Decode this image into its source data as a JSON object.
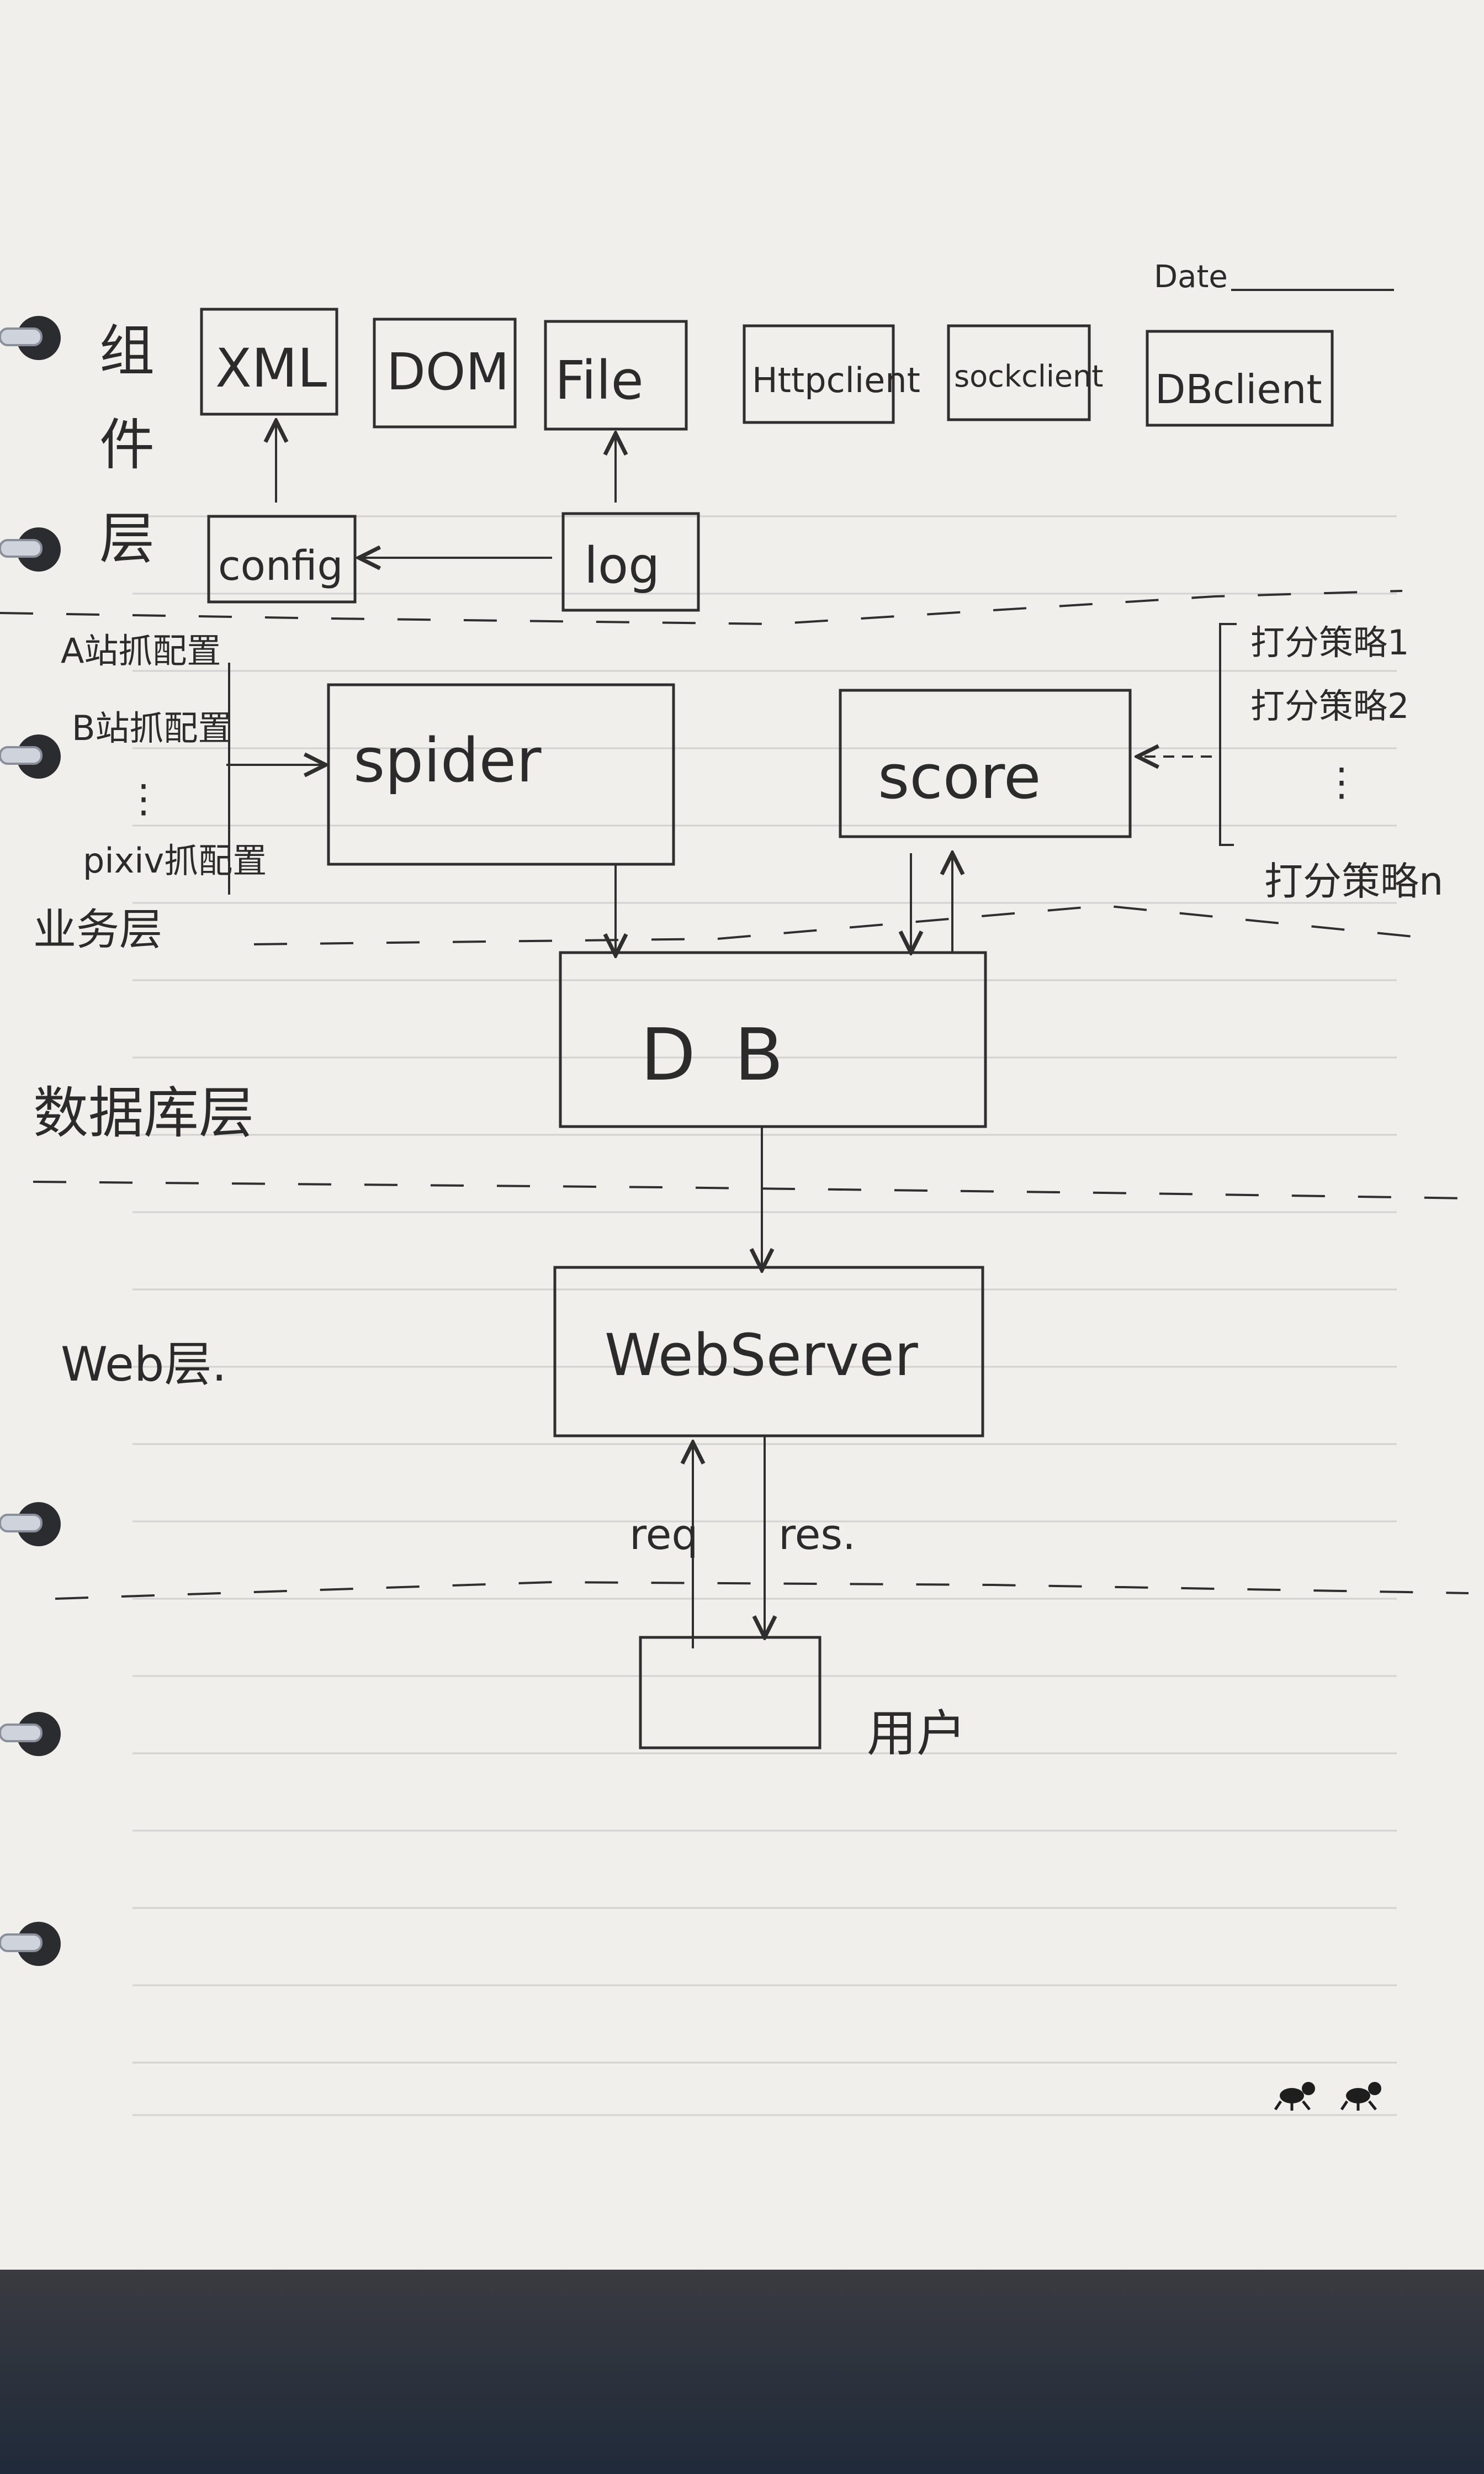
{
  "header": {
    "date_label": "Date"
  },
  "layers": {
    "component": "组件层",
    "business": "业务层",
    "database": "数据库层",
    "web": "Web层."
  },
  "components": {
    "xml": "XML",
    "dom": "DOM",
    "file": "File",
    "httpclient": "Httpclient",
    "sockclient": "sockclient",
    "dbclient": "DBclient",
    "config": "config",
    "log": "log"
  },
  "business": {
    "site_configs": [
      "A站抓配置",
      "B站抓配置",
      "⋮",
      "pixiv抓配置"
    ],
    "spider": "spider",
    "score": "score",
    "strategies": [
      "打分策略1",
      "打分策略2",
      "⋮",
      "打分策略n"
    ]
  },
  "database": {
    "db": "DB"
  },
  "web": {
    "server": "WebServer",
    "req": "req",
    "res": "res.",
    "user": "用户"
  },
  "colors": {
    "ink": "#2f2f2f",
    "paper": "#f1efec",
    "rule": "#d3d1d2"
  },
  "icons": [
    "ant-logo-icon",
    "binder-ring-icon"
  ]
}
